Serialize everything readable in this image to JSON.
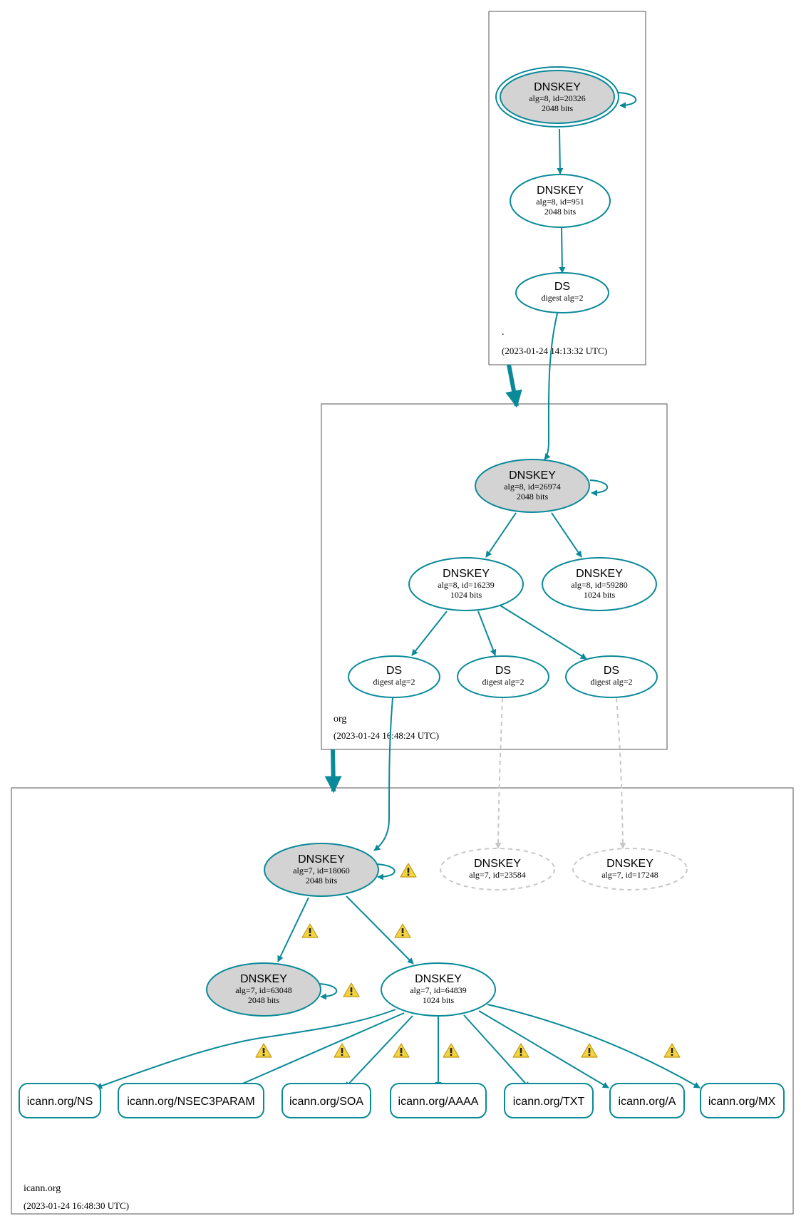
{
  "colors": {
    "edge": "#0a8a99",
    "node_fill_gray": "#d3d3d3",
    "dashed": "#c8c8c8",
    "warn_fill": "#f3d341",
    "warn_stroke": "#c49b12",
    "zone_border": "#555555"
  },
  "zones": {
    "root": {
      "name": ".",
      "timestamp": "(2023-01-24 14:13:32 UTC)"
    },
    "org": {
      "name": "org",
      "timestamp": "(2023-01-24 16:48:24 UTC)"
    },
    "icann": {
      "name": "icann.org",
      "timestamp": "(2023-01-24 16:48:30 UTC)"
    }
  },
  "nodes": {
    "root_ksk": {
      "title": "DNSKEY",
      "l1": "alg=8, id=20326",
      "l2": "2048 bits"
    },
    "root_zsk": {
      "title": "DNSKEY",
      "l1": "alg=8, id=951",
      "l2": "2048 bits"
    },
    "root_ds": {
      "title": "DS",
      "l1": "digest alg=2"
    },
    "org_ksk": {
      "title": "DNSKEY",
      "l1": "alg=8, id=26974",
      "l2": "2048 bits"
    },
    "org_zsk1": {
      "title": "DNSKEY",
      "l1": "alg=8, id=16239",
      "l2": "1024 bits"
    },
    "org_zsk2": {
      "title": "DNSKEY",
      "l1": "alg=8, id=59280",
      "l2": "1024 bits"
    },
    "org_ds1": {
      "title": "DS",
      "l1": "digest alg=2"
    },
    "org_ds2": {
      "title": "DS",
      "l1": "digest alg=2"
    },
    "org_ds3": {
      "title": "DS",
      "l1": "digest alg=2"
    },
    "icann_ksk": {
      "title": "DNSKEY",
      "l1": "alg=7, id=18060",
      "l2": "2048 bits"
    },
    "icann_missing1": {
      "title": "DNSKEY",
      "l1": "alg=7, id=23584"
    },
    "icann_missing2": {
      "title": "DNSKEY",
      "l1": "alg=7, id=17248"
    },
    "icann_ksk2": {
      "title": "DNSKEY",
      "l1": "alg=7, id=63048",
      "l2": "2048 bits"
    },
    "icann_zsk": {
      "title": "DNSKEY",
      "l1": "alg=7, id=64839",
      "l2": "1024 bits"
    }
  },
  "records": {
    "ns": "icann.org/NS",
    "nsec3param": "icann.org/NSEC3PARAM",
    "soa": "icann.org/SOA",
    "aaaa": "icann.org/AAAA",
    "txt": "icann.org/TXT",
    "a": "icann.org/A",
    "mx": "icann.org/MX"
  },
  "warning_icon": "warning-triangle-icon"
}
